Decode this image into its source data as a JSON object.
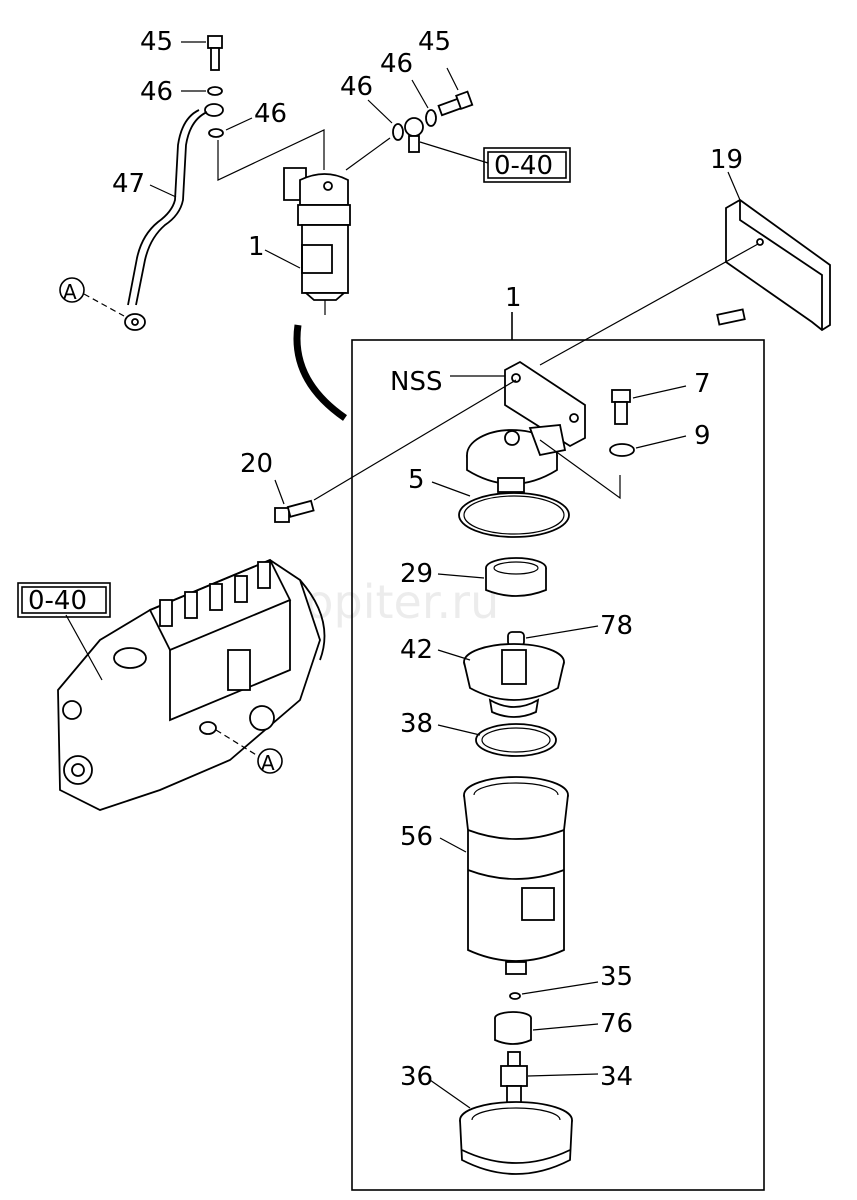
{
  "labels": {
    "p45a": "45",
    "p46a": "46",
    "p46b": "46",
    "p47": "47",
    "p46c": "46",
    "p46d": "46",
    "p45b": "45",
    "ref_top": "0-40",
    "p19": "19",
    "p1a": "1",
    "p1b": "1",
    "nss": "NSS",
    "p7": "7",
    "p9": "9",
    "p20": "20",
    "p5": "5",
    "p29": "29",
    "p78": "78",
    "p42": "42",
    "p38": "38",
    "p56": "56",
    "p35": "35",
    "p76": "76",
    "p36": "36",
    "p34": "34",
    "ref_left": "0-40",
    "circle_a1": "A",
    "circle_a2": "A"
  },
  "watermark": "autopiter.ru"
}
